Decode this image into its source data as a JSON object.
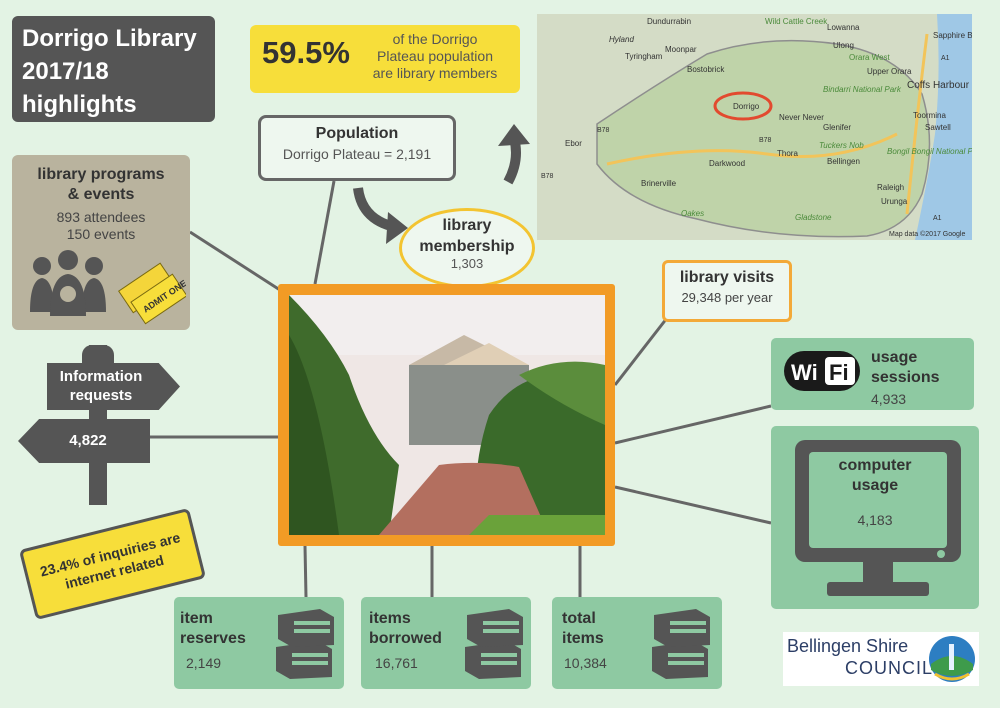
{
  "title": {
    "line1": "Dorrigo Library",
    "line2": "2017/18",
    "line3": "highlights"
  },
  "membership_stat": {
    "percent": "59.5%",
    "line1": "of the Dorrigo",
    "line2": "Plateau population",
    "line3": "are library members"
  },
  "population": {
    "title": "Population",
    "value": "Dorrigo Plateau  = 2,191"
  },
  "membership": {
    "line1": "library",
    "line2": "membership",
    "value": "1,303"
  },
  "map": {
    "places": [
      "Dundurrabin",
      "Wild Cattle Creek",
      "Lowanna",
      "Sapphire Beach",
      "Hyland",
      "Moonpar",
      "Ulong",
      "Tyringham",
      "Orara West",
      "Bostobrick",
      "Upper Orara",
      "Coffs Harbour",
      "Bindarri National Park",
      "Dorrigo",
      "Never Never",
      "Glenifer",
      "Toormina",
      "Sawtell",
      "Ebor",
      "Tuckers Nob",
      "Thora",
      "Bellingen",
      "Bongil Bongil National Park",
      "Darkwood",
      "Brinerville",
      "Raleigh",
      "Urunga",
      "Oakes",
      "Gladstone"
    ],
    "roads": [
      "B78",
      "B78",
      "B78",
      "A1",
      "A1"
    ],
    "credit": "Map data ©2017 Google"
  },
  "programs": {
    "line1": "library programs",
    "line2": "& events",
    "attendees": "893 attendees",
    "events": "150  events",
    "ticket_text": "ADMIT ONE"
  },
  "info_requests": {
    "line1": "Information",
    "line2": "requests",
    "value": "4,822"
  },
  "inquiries": {
    "line1": "23.4% of inquiries are",
    "line2": "internet related"
  },
  "visits": {
    "title": "library visits",
    "value": "29,348 per year"
  },
  "wifi": {
    "icon_text": "Wi",
    "icon_text2": "Fi",
    "line1": "usage",
    "line2": "sessions",
    "value": "4,933"
  },
  "computer": {
    "line1": "computer",
    "line2": "usage",
    "value": "4,183"
  },
  "reserves": {
    "line1": "item",
    "line2": "reserves",
    "value": "2,149"
  },
  "borrowed": {
    "line1": "items",
    "line2": "borrowed",
    "value": "16,761"
  },
  "total": {
    "line1": "total",
    "line2": "items",
    "value": "10,384"
  },
  "council": {
    "line1": "Bellingen Shire",
    "line2": "COUNCIL"
  },
  "colors": {
    "background": "#e3f3e4",
    "yellow": "#f7de3a",
    "orange": "#f29b25",
    "green": "#8ec9a2",
    "dark": "#555555",
    "tan": "#b9b39e"
  }
}
